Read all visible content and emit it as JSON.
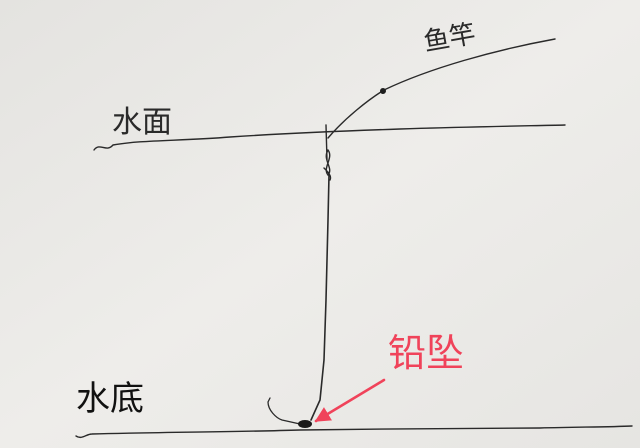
{
  "labels": {
    "rod": "鱼竿",
    "water_surface": "水面",
    "water_bottom": "水底",
    "sinker": "铅坠"
  },
  "colors": {
    "paper": "#ecebe8",
    "ink": "#2a2a2a",
    "pen_label": "#111111",
    "accent": "#f0435a"
  }
}
